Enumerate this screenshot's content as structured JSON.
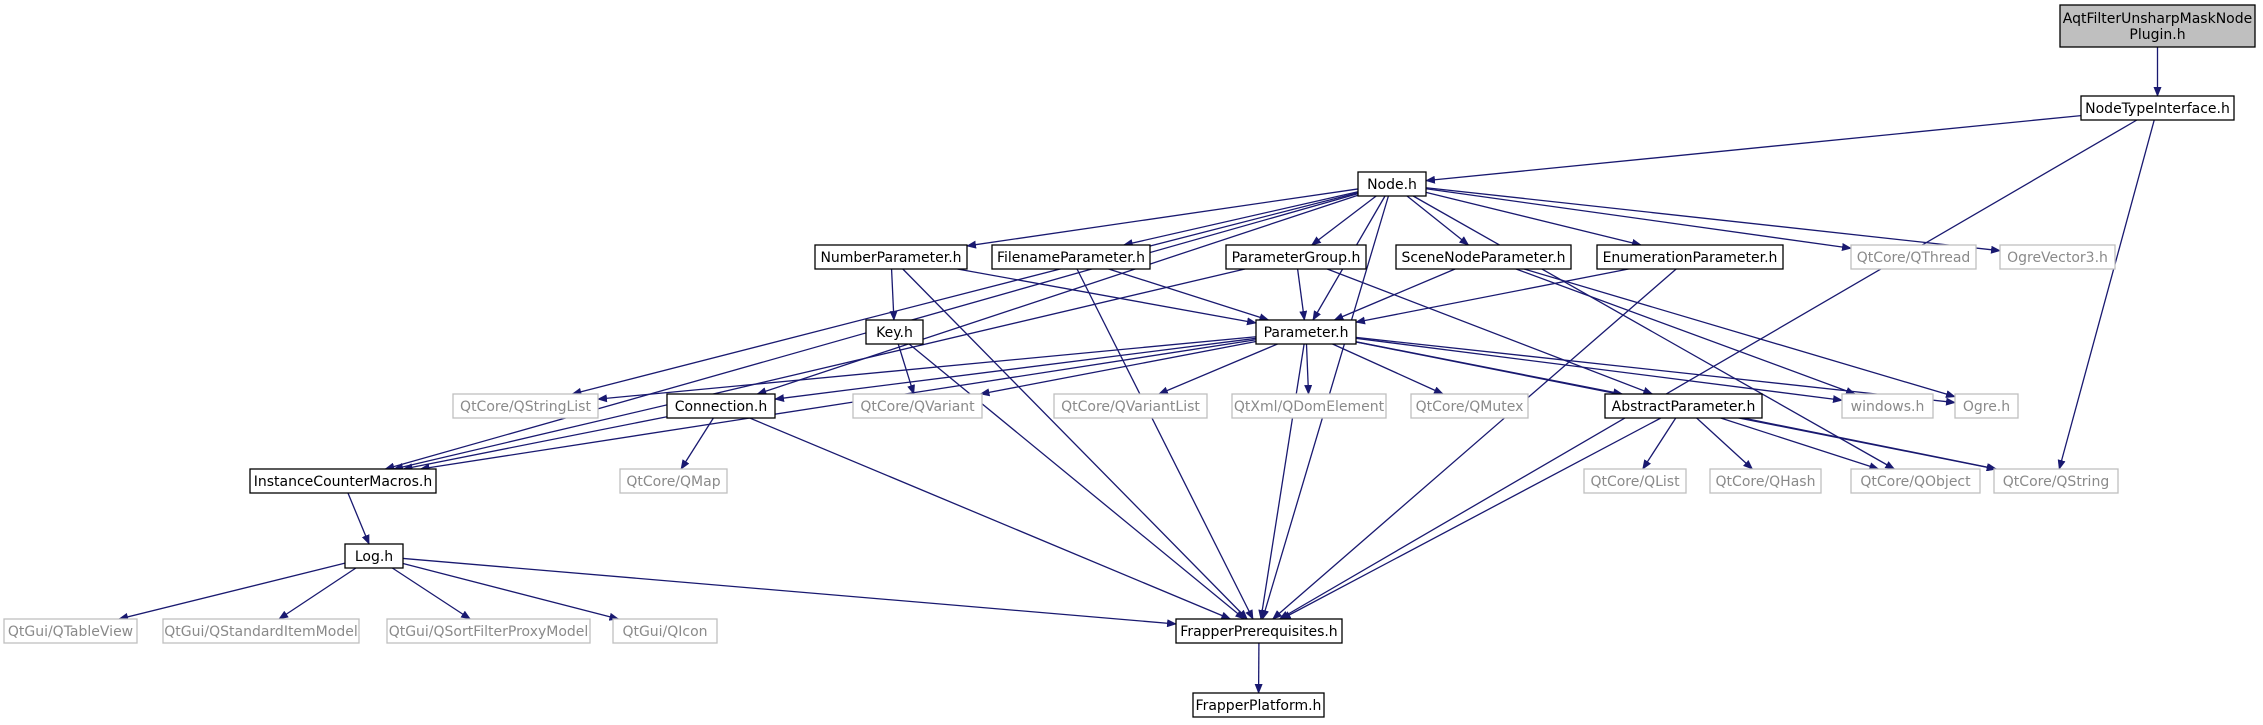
{
  "diagram": {
    "nodes": [
      {
        "id": "root",
        "label": "AqtFilterUnsharpMaskNode",
        "label2": "Plugin.h",
        "kind": "root"
      },
      {
        "id": "nti",
        "label": "NodeTypeInterface.h",
        "kind": "doc"
      },
      {
        "id": "node",
        "label": "Node.h",
        "kind": "doc"
      },
      {
        "id": "numparam",
        "label": "NumberParameter.h",
        "kind": "doc"
      },
      {
        "id": "fileparam",
        "label": "FilenameParameter.h",
        "kind": "doc"
      },
      {
        "id": "paramgroup",
        "label": "ParameterGroup.h",
        "kind": "doc"
      },
      {
        "id": "scenenode",
        "label": "SceneNodeParameter.h",
        "kind": "doc"
      },
      {
        "id": "enumparam",
        "label": "EnumerationParameter.h",
        "kind": "doc"
      },
      {
        "id": "qthread",
        "label": "QtCore/QThread",
        "kind": "ext"
      },
      {
        "id": "ogrevec",
        "label": "OgreVector3.h",
        "kind": "ext"
      },
      {
        "id": "key",
        "label": "Key.h",
        "kind": "doc"
      },
      {
        "id": "param",
        "label": "Parameter.h",
        "kind": "doc"
      },
      {
        "id": "qstringlist",
        "label": "QtCore/QStringList",
        "kind": "ext"
      },
      {
        "id": "connection",
        "label": "Connection.h",
        "kind": "doc"
      },
      {
        "id": "qvariant",
        "label": "QtCore/QVariant",
        "kind": "ext"
      },
      {
        "id": "qvariantlist",
        "label": "QtCore/QVariantList",
        "kind": "ext"
      },
      {
        "id": "qdom",
        "label": "QtXml/QDomElement",
        "kind": "ext"
      },
      {
        "id": "qmutex",
        "label": "QtCore/QMutex",
        "kind": "ext"
      },
      {
        "id": "absparam",
        "label": "AbstractParameter.h",
        "kind": "doc"
      },
      {
        "id": "windows",
        "label": "windows.h",
        "kind": "ext"
      },
      {
        "id": "ogre",
        "label": "Ogre.h",
        "kind": "ext"
      },
      {
        "id": "icm",
        "label": "InstanceCounterMacros.h",
        "kind": "doc"
      },
      {
        "id": "qmap",
        "label": "QtCore/QMap",
        "kind": "ext"
      },
      {
        "id": "qlist",
        "label": "QtCore/QList",
        "kind": "ext"
      },
      {
        "id": "qhash",
        "label": "QtCore/QHash",
        "kind": "ext"
      },
      {
        "id": "qobject",
        "label": "QtCore/QObject",
        "kind": "ext"
      },
      {
        "id": "qstring",
        "label": "QtCore/QString",
        "kind": "ext"
      },
      {
        "id": "log",
        "label": "Log.h",
        "kind": "doc"
      },
      {
        "id": "qtableview",
        "label": "QtGui/QTableView",
        "kind": "ext"
      },
      {
        "id": "qsim",
        "label": "QtGui/QStandardItemModel",
        "kind": "ext"
      },
      {
        "id": "qsfpm",
        "label": "QtGui/QSortFilterProxyModel",
        "kind": "ext"
      },
      {
        "id": "qicon",
        "label": "QtGui/QIcon",
        "kind": "ext"
      },
      {
        "id": "fprereq",
        "label": "FrapperPrerequisites.h",
        "kind": "doc"
      },
      {
        "id": "fplatform",
        "label": "FrapperPlatform.h",
        "kind": "doc"
      }
    ],
    "edges": [
      [
        "root",
        "nti"
      ],
      [
        "nti",
        "node"
      ],
      [
        "nti",
        "qstring"
      ],
      [
        "nti",
        "fprereq"
      ],
      [
        "node",
        "numparam"
      ],
      [
        "node",
        "fileparam"
      ],
      [
        "node",
        "paramgroup"
      ],
      [
        "node",
        "scenenode"
      ],
      [
        "node",
        "enumparam"
      ],
      [
        "node",
        "qthread"
      ],
      [
        "node",
        "ogrevec"
      ],
      [
        "node",
        "param"
      ],
      [
        "node",
        "qstringlist"
      ],
      [
        "node",
        "connection"
      ],
      [
        "node",
        "icm"
      ],
      [
        "node",
        "qobject"
      ],
      [
        "node",
        "fprereq"
      ],
      [
        "numparam",
        "key"
      ],
      [
        "numparam",
        "param"
      ],
      [
        "numparam",
        "fprereq"
      ],
      [
        "fileparam",
        "param"
      ],
      [
        "fileparam",
        "fprereq"
      ],
      [
        "paramgroup",
        "param"
      ],
      [
        "paramgroup",
        "absparam"
      ],
      [
        "paramgroup",
        "icm"
      ],
      [
        "scenenode",
        "param"
      ],
      [
        "scenenode",
        "windows"
      ],
      [
        "scenenode",
        "ogre"
      ],
      [
        "enumparam",
        "param"
      ],
      [
        "enumparam",
        "fprereq"
      ],
      [
        "key",
        "qvariant"
      ],
      [
        "key",
        "fprereq"
      ],
      [
        "param",
        "absparam"
      ],
      [
        "param",
        "connection"
      ],
      [
        "param",
        "qvariant"
      ],
      [
        "param",
        "qvariantlist"
      ],
      [
        "param",
        "qdom"
      ],
      [
        "param",
        "qmutex"
      ],
      [
        "param",
        "qstringlist"
      ],
      [
        "param",
        "windows"
      ],
      [
        "param",
        "ogre"
      ],
      [
        "param",
        "qstring"
      ],
      [
        "param",
        "icm"
      ],
      [
        "param",
        "fprereq"
      ],
      [
        "connection",
        "qmap"
      ],
      [
        "connection",
        "icm"
      ],
      [
        "connection",
        "fprereq"
      ],
      [
        "absparam",
        "qlist"
      ],
      [
        "absparam",
        "qhash"
      ],
      [
        "absparam",
        "qobject"
      ],
      [
        "absparam",
        "qstring"
      ],
      [
        "absparam",
        "fprereq"
      ],
      [
        "icm",
        "log"
      ],
      [
        "log",
        "qtableview"
      ],
      [
        "log",
        "qsim"
      ],
      [
        "log",
        "qsfpm"
      ],
      [
        "log",
        "qicon"
      ],
      [
        "log",
        "fprereq"
      ],
      [
        "fprereq",
        "fplatform"
      ]
    ]
  }
}
